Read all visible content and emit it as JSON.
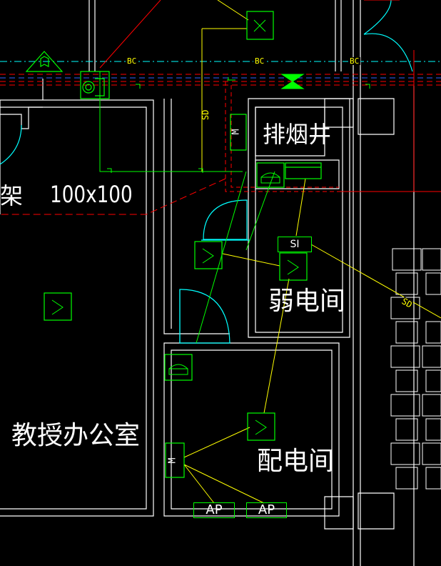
{
  "rooms": {
    "smoke_shaft": "排烟井",
    "weak_current_room": "弱电间",
    "power_room": "配电间",
    "professor_office": "教授办公室",
    "partial_room": "架"
  },
  "dimension": "100x100",
  "bc_labels": [
    "BC",
    "BC",
    "BC"
  ],
  "sd_labels": [
    "SD",
    "SD"
  ],
  "device_labels": {
    "si": "SI",
    "ap1": "AP",
    "ap2": "AP",
    "m1": "M",
    "m2": "M"
  },
  "colors": {
    "background": "#000000",
    "wall": "#ffffff",
    "device": "#00ff00",
    "cable": "#ffff00",
    "tray": "#ff0000",
    "tray_alt": "#0000ff",
    "door": "#00ffff",
    "bus": "#00ffff"
  }
}
